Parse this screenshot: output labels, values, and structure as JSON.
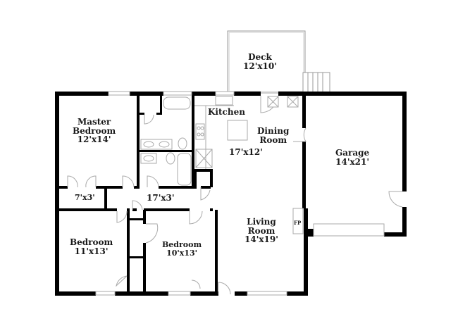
{
  "floor_plan": {
    "rooms": [
      {
        "id": "deck",
        "name": "Deck",
        "size": "12'x10'"
      },
      {
        "id": "kitchen",
        "name": "Kitchen",
        "size": ""
      },
      {
        "id": "dining",
        "name": "Dining Room",
        "name_line1": "Dining",
        "name_line2": "Room",
        "size": "17'x12'"
      },
      {
        "id": "garage",
        "name": "Garage",
        "size": "14'x21'"
      },
      {
        "id": "master",
        "name": "Master Bedroom",
        "name_line1": "Master",
        "name_line2": "Bedroom",
        "size": "12'x14'"
      },
      {
        "id": "closet",
        "name": "",
        "size": "7'x3'"
      },
      {
        "id": "hall",
        "name": "",
        "size": "17'x3'"
      },
      {
        "id": "bedroom2",
        "name": "Bedroom",
        "size": "11'x13'"
      },
      {
        "id": "bedroom3",
        "name": "Bedroom",
        "size": "10'x13'"
      },
      {
        "id": "living",
        "name": "Living Room",
        "name_line1": "Living",
        "name_line2": "Room",
        "size": "14'x19'"
      }
    ],
    "fireplace_label": "FP",
    "colors": {
      "wall": "#000000",
      "fixture": "#b0b0b0",
      "window": "#c8c8c8",
      "background": "#ffffff"
    }
  }
}
